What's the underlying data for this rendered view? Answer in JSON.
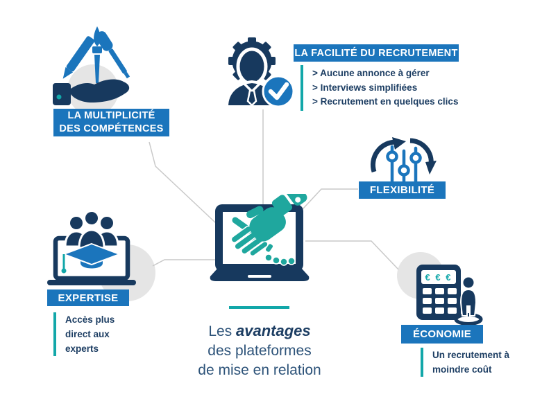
{
  "colors": {
    "blue": "#1b75bc",
    "navy": "#17395e",
    "teal": "#12a7a9",
    "handshake_teal": "#1fa79e",
    "circle_gray": "#e5e5e5",
    "line_gray": "#c9c9c9",
    "title_color": "#2d5379",
    "text_navy": "#1d3e63"
  },
  "center": {
    "title_prefix": "Les",
    "title_highlight": "avantages",
    "title_line2": "des plateformes",
    "title_line3": "de mise en relation"
  },
  "nodes": {
    "competences": {
      "label_line1": "LA MULTIPLICITÉ",
      "label_line2": "DES COMPÉTENCES"
    },
    "recrutement": {
      "label": "LA FACILITÉ DU RECRUTEMENT",
      "bullets": [
        "> Aucune annonce à gérer",
        "> Interviews simplifiées",
        "> Recrutement en quelques clics"
      ]
    },
    "flexibilite": {
      "label": "FLEXIBILITÉ"
    },
    "expertise": {
      "label": "EXPERTISE",
      "note": "Accès plus direct aux experts"
    },
    "economie": {
      "label": "ÉCONOMIE",
      "note": "Un recrutement à moindre coût",
      "calculator_display": "€ € €"
    }
  }
}
